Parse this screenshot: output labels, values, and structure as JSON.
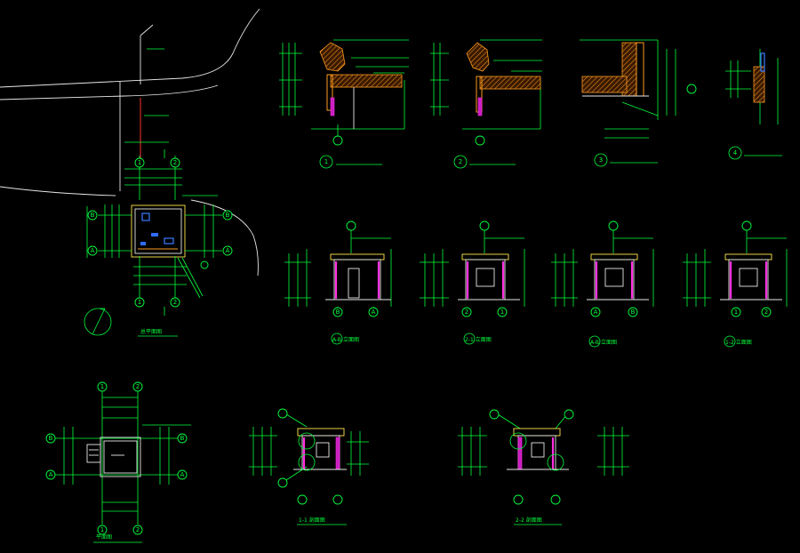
{
  "drawing": {
    "views": {
      "plan_title": "总平面图",
      "detail_1_no": "1",
      "detail_2_no": "2",
      "detail_3_no": "3",
      "detail_4_no": "4",
      "elev_1_title": "A-B 立面图",
      "elev_2_title": "2-1 立面图",
      "elev_3_title": "A-B 立面图",
      "elev_4_title": "1-2 立面图",
      "floor_plan_title": "平面图",
      "section_1_title": "1-1 剖面图",
      "section_2_title": "2-2 剖面图"
    },
    "grid_labels": {
      "a": "A",
      "b": "B",
      "n1": "1",
      "n2": "2"
    },
    "colors": {
      "background": "#000000",
      "dimension_lines": "#00ff3c",
      "outlines": "#e8e8e8",
      "walls": "#ff2ee0",
      "roof": "#ffe84a",
      "site_road": "#ff3030",
      "fixtures": "#2f6dff",
      "finishes": "#ff9a1e"
    },
    "icons": {
      "north_arrow": "north-arrow-icon",
      "axis_bubble": "axis-bubble-icon"
    }
  }
}
